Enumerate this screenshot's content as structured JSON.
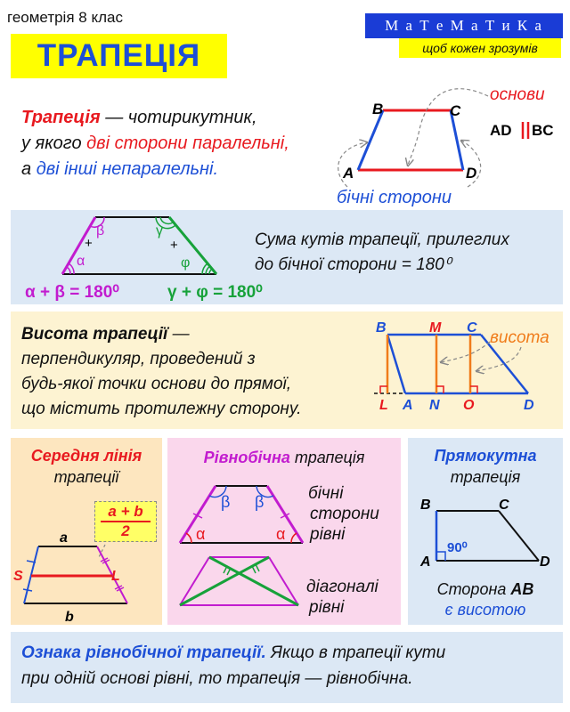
{
  "header": {
    "grade": "геометрія 8 клас",
    "title": "ТРАПЕЦІЯ",
    "brand": "М а Т е М а Т и К а",
    "slogan": "щоб кожен зрозумів"
  },
  "definition": {
    "term": "Трапеція",
    "rest1": " — чотирикутник,",
    "line2a": "у якого ",
    "line2b": "дві сторони паралельні,",
    "line3a": "а ",
    "line3b": "дві інші непаралельні."
  },
  "fig1": {
    "A": "A",
    "B": "B",
    "C": "C",
    "D": "D",
    "bases_label": "основи",
    "parallel_a": "AD",
    "parallel_b": "BC",
    "legs_label": "бічні сторони"
  },
  "angles": {
    "alpha": "α",
    "beta": "β",
    "gamma": "γ",
    "phi": "φ",
    "plus": "+",
    "statement1": "Сума кутів трапеції, прилеглих",
    "statement2": "до бічної сторони = 180⁰",
    "formula1": "α + β = 180⁰",
    "formula2": "γ + φ = 180⁰"
  },
  "height": {
    "title": "Висота трапеції",
    "dash": " —",
    "line2": "перпендикуляр, проведений з",
    "line3": "будь-якої точки основи до прямої,",
    "line4": "що містить протилежну сторону.",
    "B": "B",
    "M": "M",
    "C": "C",
    "L": "L",
    "A": "A",
    "N": "N",
    "O": "O",
    "D": "D",
    "label": "висота"
  },
  "midline": {
    "title": "Середня лінія",
    "subtitle": "трапеції",
    "formula_num": "a + b",
    "formula_den": "2",
    "a": "a",
    "b": "b",
    "S": "S",
    "L": "L"
  },
  "isosceles": {
    "title_a": "Рівнобічна",
    "title_b": " трапеція",
    "legs1": "бічні",
    "legs2": "сторони",
    "legs3": "рівні",
    "diag1": "діагоналі",
    "diag2": "рівні",
    "alpha": "α",
    "beta": "β"
  },
  "right": {
    "title": "Прямокутна",
    "subtitle": "трапеція",
    "B": "B",
    "C": "C",
    "A": "A",
    "D": "D",
    "angle": "90⁰",
    "side1a": "Сторона ",
    "side1b": "AB",
    "side2": "є висотою"
  },
  "criterion": {
    "bold": "Ознака рівнобічної трапеції.",
    "rest1": " Якщо в трапеції кути",
    "line2": "при одній основі рівні, то трапеція — рівнобічна."
  },
  "colors": {
    "red": "#e8191f",
    "blue": "#1d4fd6",
    "magenta": "#c21ccf",
    "green": "#17a23a",
    "orange": "#f07c1b",
    "panel_blue": "#dce8f5",
    "panel_yellow": "#fdf3d2",
    "panel_orange": "#fde6bf",
    "panel_pink": "#fad7ec",
    "title_bg": "#ffff00"
  }
}
